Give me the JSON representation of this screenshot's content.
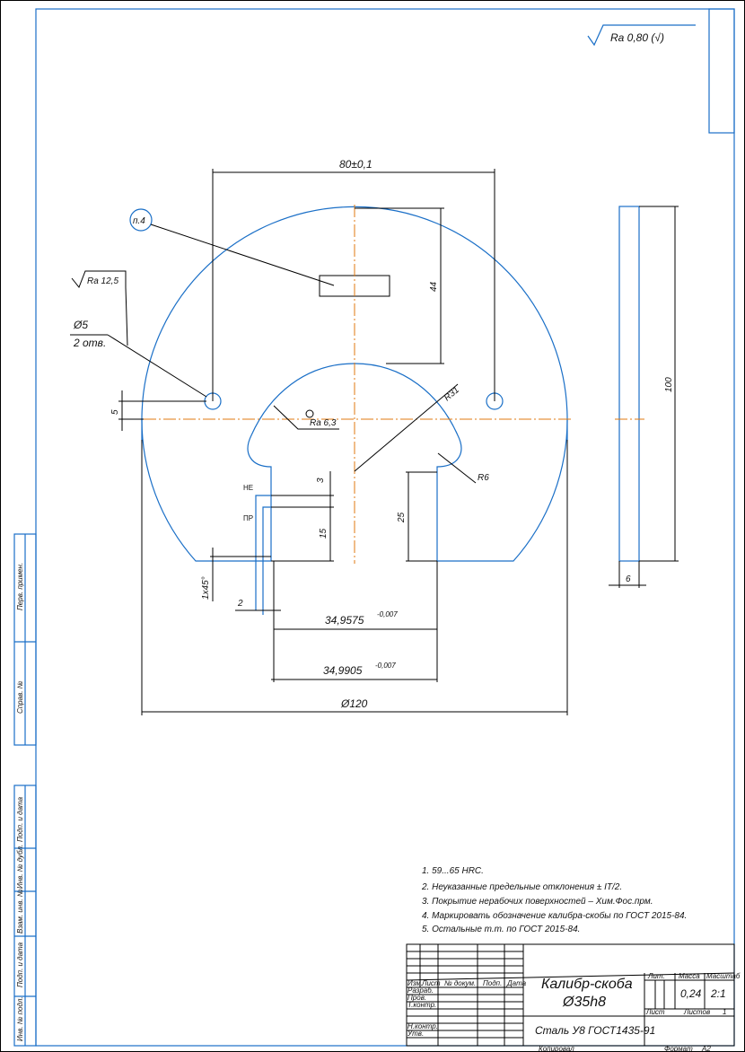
{
  "roughness_general": "Ra 0,80 (√)",
  "dimensions": {
    "width_holes": "80±0,1",
    "depth": "44",
    "hole_dia": "Ø5",
    "hole_count": "2 отв.",
    "roughness_local": "Ra 12,5",
    "roughness_inner": "Ra 6,3",
    "radius_big": "R31",
    "radius_small": "R6",
    "offset": "5",
    "ne_gap": "3",
    "pr_depth": "15",
    "slot_depth": "25",
    "chamfer": "1x45°",
    "step": "2",
    "pr_size": "34,9575",
    "pr_tol": "-0,007",
    "ne_size": "34,9905",
    "ne_tol": "-0,007",
    "diameter": "Ø120",
    "thickness": "6",
    "height": "100",
    "ne_mark": "НЕ",
    "pr_mark": "ПР",
    "callout": "п.4"
  },
  "notes": [
    "1. 59...65 HRC.",
    "2. Неуказанные предельные отклонения ± IT/2.",
    "3. Покрытие нерабочих поверхностей – Хим.Фос.прм.",
    "4. Маркировать обозначение калибра-скобы по ГОСТ 2015-84.",
    "5. Остальные т.т. по ГОСТ 2015-84."
  ],
  "title_block": {
    "title_line1": "Калибр-скоба",
    "title_line2": "Ø35h8",
    "material": "Сталь У8 ГОСТ1435-91",
    "col_izm": "Изм.",
    "col_list": "Лист",
    "col_docnum": "№ докум.",
    "col_sign": "Подп.",
    "col_date": "Дата",
    "row_razrab": "Разраб.",
    "row_prov": "Пров.",
    "row_tkontr": "Т.контр.",
    "row_nkontr": "Н.контр.",
    "row_utv": "Утв.",
    "lit": "Лит.",
    "mass_label": "Масса",
    "scale_label": "Масштаб",
    "mass": "0,24",
    "scale": "2:1",
    "sheet_label": "Лист",
    "sheets_label": "Листов",
    "sheets": "1",
    "copied": "Копировал",
    "format_label": "Формат",
    "format": "A2"
  },
  "side_strip": [
    "Перв. примен.",
    "Справ. №",
    "Подп. и дата",
    "Инв. № дубл.",
    "Взам. инв. №",
    "Подп. и дата",
    "Инв. № подл."
  ]
}
